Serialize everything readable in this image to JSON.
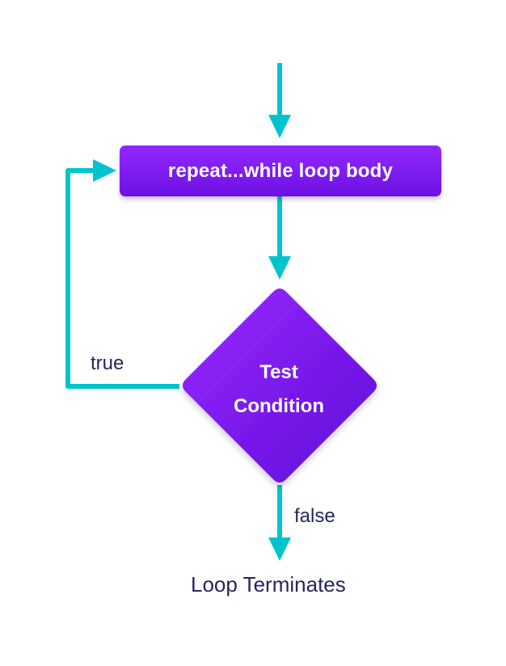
{
  "diagram": {
    "loop_body_label": "repeat...while loop body",
    "decision": {
      "line1": "Test",
      "line2": "Condition"
    },
    "true_label": "true",
    "false_label": "false",
    "end_label": "Loop Terminates"
  },
  "colors": {
    "arrow": "#00c4cc",
    "box_top": "#9229ff",
    "box_bottom": "#6e10e3",
    "text_dark": "#25265e"
  }
}
